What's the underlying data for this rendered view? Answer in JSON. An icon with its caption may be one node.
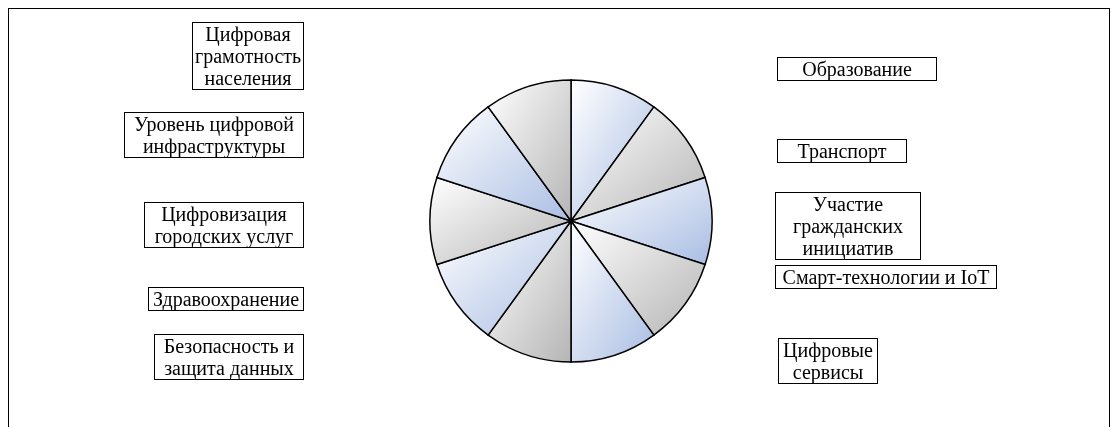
{
  "diagram": {
    "nodes": [
      {
        "text": [
          "Цифровая грамотность населения"
        ]
      },
      {
        "text": [
          "Уровень цифровой инфраструктуры"
        ]
      },
      {
        "text": [
          "Цифровизация городских услуг"
        ]
      },
      {
        "text": [
          "Здравоохранение"
        ]
      },
      {
        "text": [
          "Безопасность и защита данных"
        ]
      },
      {
        "text": [
          "Образование"
        ]
      },
      {
        "text": [
          "Транспорт"
        ]
      },
      {
        "text": [
          "Участие гражданских инициатив"
        ]
      },
      {
        "text": [
          "Смарт-технологии и IoT"
        ]
      },
      {
        "text": [
          "Цифровые сервисы"
        ]
      }
    ]
  }
}
